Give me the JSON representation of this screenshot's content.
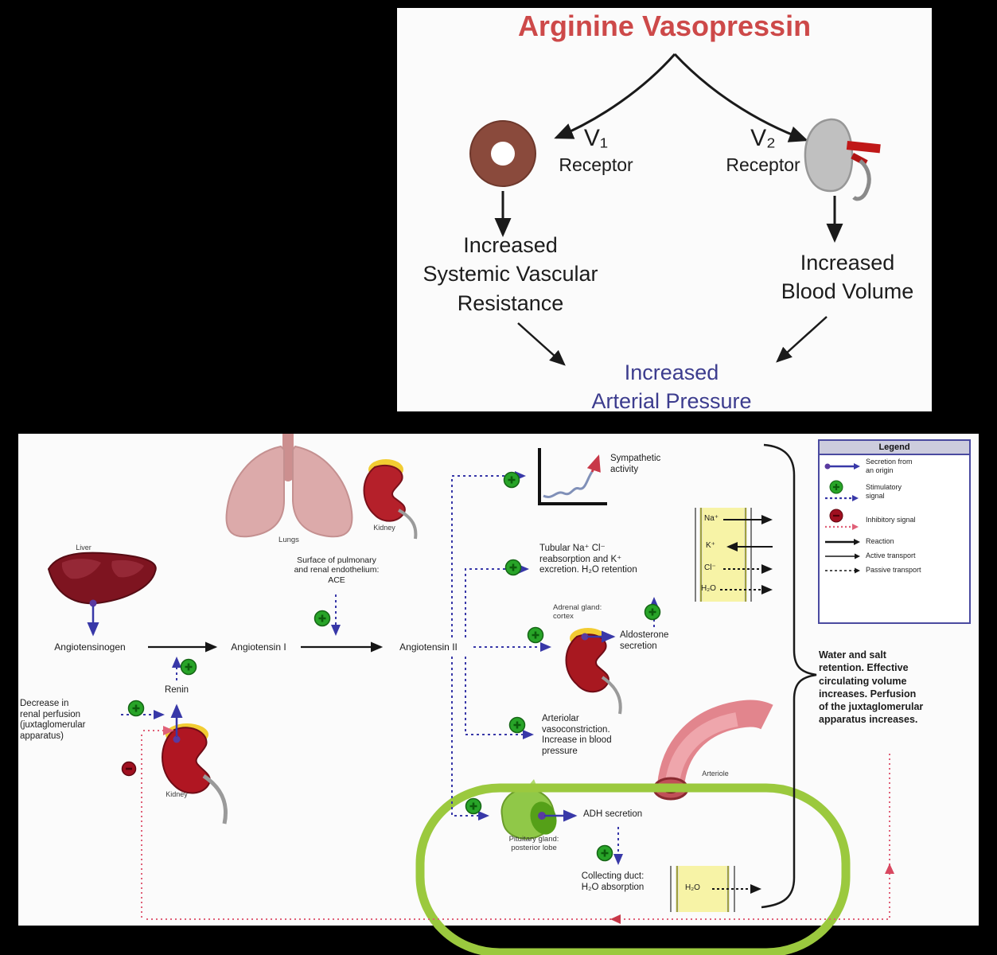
{
  "top_panel": {
    "title": "Arginine Vasopressin",
    "v1_label": "V₁",
    "v1_receptor": "Receptor",
    "v2_label": "V₂",
    "v2_receptor": "Receptor",
    "left_outcome": "Increased\nSystemic Vascular\nResistance",
    "right_outcome": "Increased\nBlood Volume",
    "bottom_outcome": "Increased\nArterial Pressure"
  },
  "raas_panel": {
    "organs": {
      "liver": "Liver",
      "lungs": "Lungs",
      "kidney_upper": "Kidney",
      "kidney_lower": "Kidney",
      "adrenal_gland": "Adrenal gland:\ncortex",
      "arteriole": "Arteriole",
      "pituitary": "Pituitary gland:\nposterior lobe"
    },
    "nodes": {
      "decrease_renal_perfusion": "Decrease in\nrenal perfusion\n(juxtaglomerular\napparatus)",
      "renin": "Renin",
      "angiotensinogen": "Angiotensinogen",
      "angiotensin_i": "Angiotensin I",
      "angiotensin_ii": "Angiotensin II",
      "ace": "Surface of pulmonary\nand renal endothelium:\nACE",
      "sympathetic": "Sympathetic\nactivity",
      "tubular": "Tubular Na⁺ Cl⁻\nreabsorption and K⁺\nexcretion. H₂O retention",
      "aldosterone": "Aldosterone\nsecretion",
      "arteriolar": "Arteriolar\nvasoconstriction.\nIncrease in blood\npressure",
      "adh": "ADH secretion",
      "collecting_duct": "Collecting duct:\nH₂O absorption",
      "water_salt": "Water and salt\nretention. Effective\ncirculating volume\nincreases. Perfusion\nof the juxtaglomerular\napparatus increases."
    },
    "ion_channel": {
      "na": "Na⁺",
      "k": "K⁺",
      "cl": "Cl⁻",
      "h2o": "H₂O"
    },
    "h2o_channel": {
      "h2o": "H₂O"
    },
    "legend": {
      "title": "Legend",
      "items": [
        {
          "label": "Secretion from\nan origin"
        },
        {
          "label": "Stimulatory\nsignal"
        },
        {
          "label": "Inhibitory signal"
        },
        {
          "label": "Reaction"
        },
        {
          "label": "Active transport"
        },
        {
          "label": "Passive transport"
        }
      ]
    }
  },
  "colors": {
    "background": "#000000",
    "panel_white": "#fbfbfb",
    "title_red": "#cd4949",
    "outcome_navy": "#3c3c8e",
    "secretion_navy": "#3838a8",
    "stimulatory_green": "#28a428",
    "inhibitory_dark_red": "#a01020",
    "inhibitory_signal_red": "#e06078",
    "highlight_green": "#9bc93e",
    "channel_yellow": "#f7f3a6",
    "receptor_brown": "#8a4a3c",
    "receptor_gray": "#c0c0c0"
  }
}
